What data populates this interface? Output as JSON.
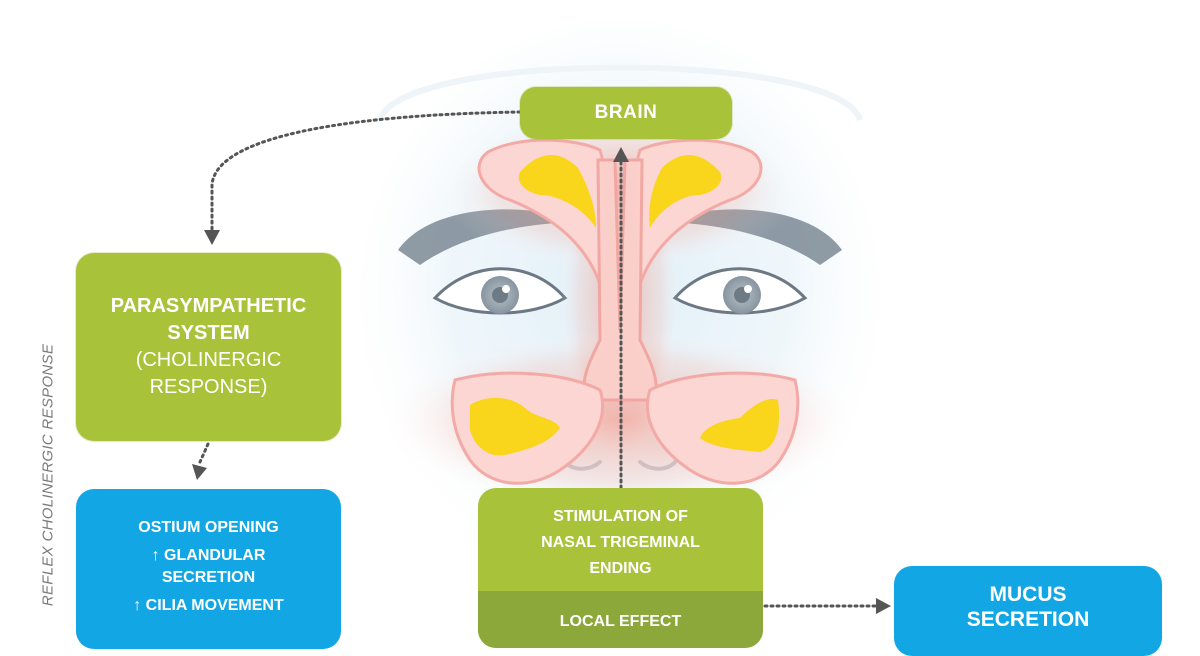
{
  "side_label": "REFLEX CHOLINERGIC RESPONSE",
  "brain": {
    "label": "BRAIN"
  },
  "parasympathetic": {
    "line1": "PARASYMPATHETIC",
    "line2": "SYSTEM",
    "line3": "(CHOLINERGIC",
    "line4": "RESPONSE)"
  },
  "effects": {
    "item1": "OSTIUM OPENING",
    "item2a": "↑ GLANDULAR",
    "item2b": "SECRETION",
    "item3": "↑ CILIA MOVEMENT"
  },
  "stimulation": {
    "line1": "STIMULATION OF",
    "line2": "NASAL TRIGEMINAL",
    "line3": "ENDING",
    "local_effect": "LOCAL EFFECT"
  },
  "mucus": {
    "line1": "MUCUS",
    "line2": "SECRETION"
  },
  "colors": {
    "green_box": "#a8c23a",
    "green_box_dark": "#8da83a",
    "blue_box": "#12a7e4",
    "sinus_fill": "#f9d51b",
    "sinus_outline": "#f4b2b0",
    "arrow": "#555555"
  }
}
